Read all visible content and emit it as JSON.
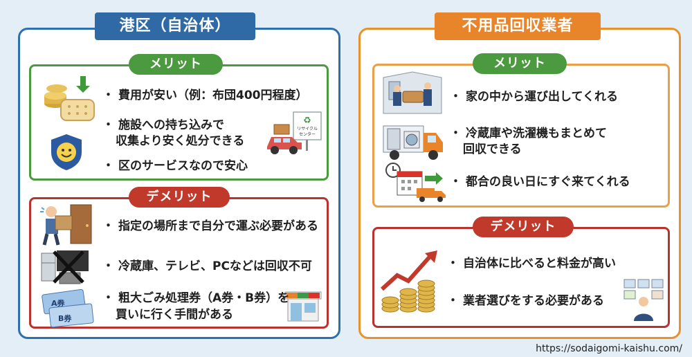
{
  "left": {
    "title": "港区（自治体）",
    "merit": {
      "label": "メリット",
      "items": [
        "費用が安い（例：布団400円程度）",
        "施設への持ち込みで",
        "収集より安く処分できる",
        "区のサービスなので安心"
      ]
    },
    "demerit": {
      "label": "デメリット",
      "items": [
        "指定の場所まで自分で運ぶ必要がある",
        "冷蔵庫、テレビ、PCなどは回収不可",
        "粗大ごみ処理券（A券・B券）を",
        "買いに行く手間がある"
      ]
    },
    "icons": {
      "recycle_sign_line1": "リサイクル",
      "recycle_sign_line2": "センター",
      "ticket_a": "A券",
      "ticket_b": "B券"
    }
  },
  "right": {
    "title": "不用品回収業者",
    "merit": {
      "label": "メリット",
      "items": [
        "家の中から運び出してくれる",
        "冷蔵庫や洗濯機もまとめて",
        "回収できる",
        "都合の良い日にすぐ来てくれる"
      ]
    },
    "demerit": {
      "label": "デメリット",
      "items": [
        "自治体に比べると料金が高い",
        "業者選びをする必要がある"
      ]
    }
  },
  "bullet": "・",
  "footer_url": "https://sodaigomi-kaishu.com/"
}
